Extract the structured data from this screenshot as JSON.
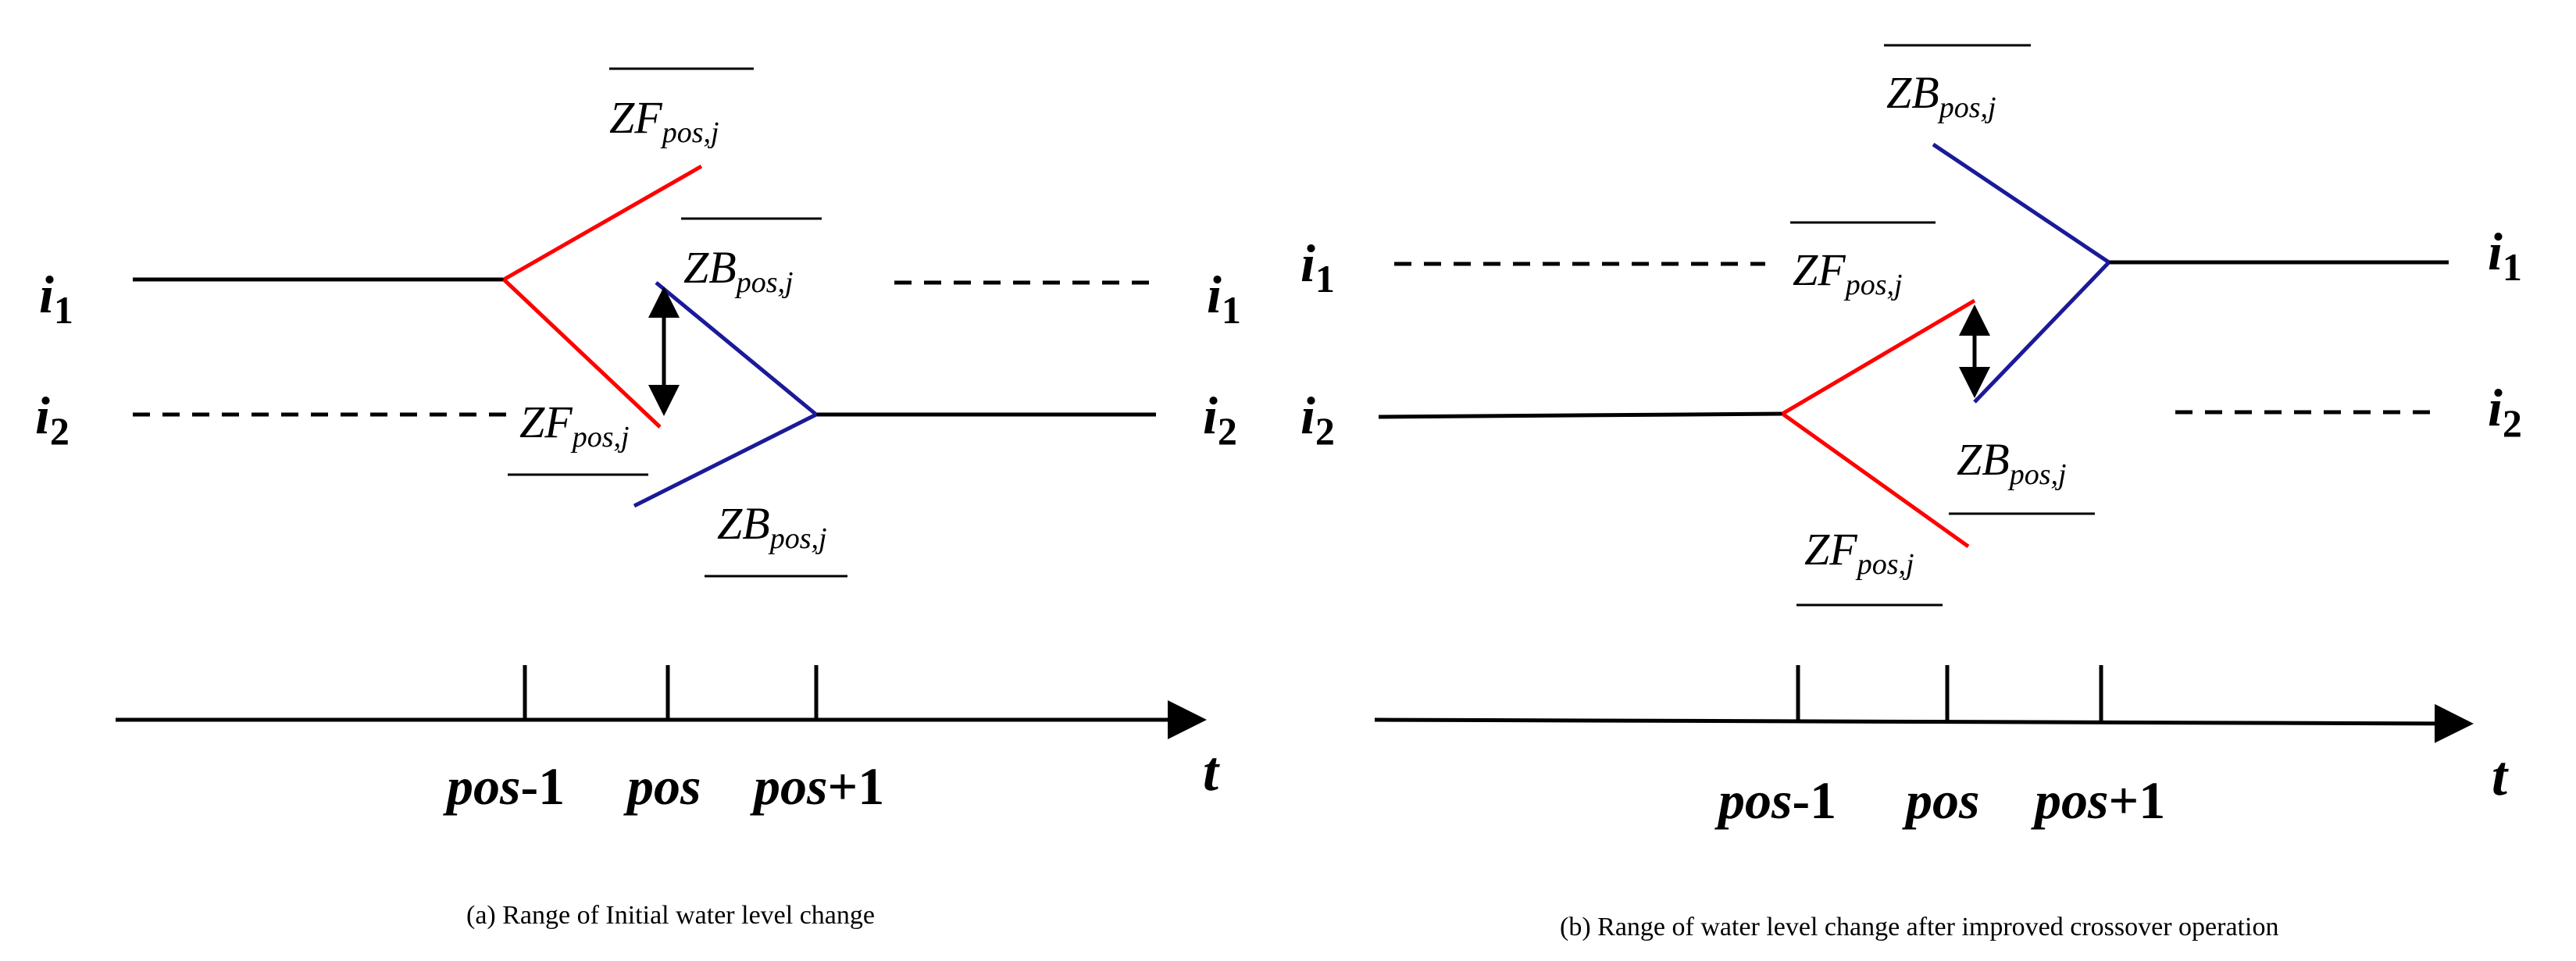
{
  "panel_a": {
    "caption": "(a) Range of Initial water level change",
    "labels": {
      "zf_top": "ZF",
      "zf_top_sub": "pos,j",
      "zb_top": "ZB",
      "zb_top_sub": "pos,j",
      "zf_bottom": "ZF",
      "zf_bottom_sub": "pos,j",
      "zb_bottom": "ZB",
      "zb_bottom_sub": "pos,j"
    }
  },
  "panel_b": {
    "caption": "(b) Range of water level change after improved crossover operation",
    "labels": {
      "zb_top": "ZB",
      "zb_top_sub": "pos,j",
      "zf_top": "ZF",
      "zf_top_sub": "pos,j",
      "zb_bottom": "ZB",
      "zb_bottom_sub": "pos,j",
      "zf_bottom": "ZF",
      "zf_bottom_sub": "pos,j"
    }
  },
  "line_labels": {
    "i": "i",
    "one": "1",
    "two": "2"
  },
  "axis": {
    "t": "t",
    "tick_pos_minus": "pos",
    "minus_one": "-1",
    "tick_pos": "pos",
    "tick_pos_plus": "pos",
    "plus_one": "+1"
  },
  "colors": {
    "red": "#ff0000",
    "blue": "#1a1a99",
    "black": "#000000"
  }
}
